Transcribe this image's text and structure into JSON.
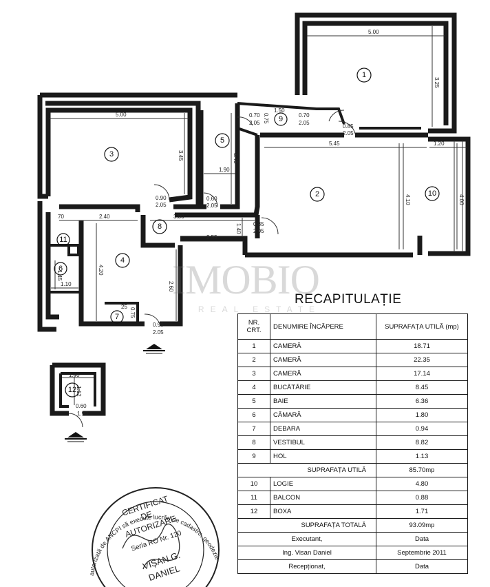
{
  "watermark": {
    "main": "IMOBIO",
    "sub": "REAL ESTATE"
  },
  "plan": {
    "rooms": [
      "1",
      "2",
      "3",
      "4",
      "5",
      "6",
      "7",
      "8",
      "9",
      "10",
      "11",
      "12"
    ],
    "dims": {
      "r1_w": "5.00",
      "r1_h": "3.25",
      "r3_w": "5.00",
      "r3_h": "3.45",
      "r5_h": "3.45",
      "r5_w": "1.90",
      "r2_w": "5.45",
      "r2_h": "4.10",
      "r10_w": "1.20",
      "r10_h": "4.00",
      "r4_w": "2.40",
      "r4_h": "4.20",
      "r6_h": "1.45",
      "r6_w": "1.10",
      "r11_w": "70",
      "r8_w": "3.80",
      "r8_w2": "2.55",
      "r8_h": "2.60",
      "r8_h2": "1.40",
      "r7_w": "25",
      "r7_h": "0.75",
      "r9_a": "1.50",
      "r9_b": "0.70",
      "r9_c": "0.70",
      "r9_d": "0.75",
      "r12_w": "1.40",
      "r12_h": "1.12",
      "door_a_w": "0.70",
      "door_a_h": "2.05",
      "door_b_w": "0.70",
      "door_b_h": "2.05",
      "door_c_w": "0.85",
      "door_c_h": "2.05",
      "door_d_w": "0.90",
      "door_d_h": "2.05",
      "door_e_w": "0.60",
      "door_e_h": "2.05",
      "door_f_w": "0.85",
      "door_f_h": "2.05",
      "door_g_w": "0.90",
      "door_g_h": "2.05",
      "door_h_w": "0.60",
      "door_h_h": "1.90"
    }
  },
  "recap": {
    "title": "RECAPITULAȚIE",
    "headers": {
      "nr": "NR. CRT.",
      "name": "DENUMIRE ÎNCĂPERE",
      "area": "SUPRAFAȚA UTILĂ (mp)"
    },
    "rows": [
      {
        "nr": "1",
        "name": "CAMERĂ",
        "area": "18.71"
      },
      {
        "nr": "2",
        "name": "CAMERĂ",
        "area": "22.35"
      },
      {
        "nr": "3",
        "name": "CAMERĂ",
        "area": "17.14"
      },
      {
        "nr": "4",
        "name": "BUCĂTĂRIE",
        "area": "8.45"
      },
      {
        "nr": "5",
        "name": "BAIE",
        "area": "6.36"
      },
      {
        "nr": "6",
        "name": "CĂMARĂ",
        "area": "1.80"
      },
      {
        "nr": "7",
        "name": "DEBARA",
        "area": "0.94"
      },
      {
        "nr": "8",
        "name": "VESTIBUL",
        "area": "8.82"
      },
      {
        "nr": "9",
        "name": "HOL",
        "area": "1.13"
      }
    ],
    "useful_label": "SUPRAFAȚA UTILĂ",
    "useful_value": "85.70mp",
    "extra_rows": [
      {
        "nr": "10",
        "name": "LOGIE",
        "area": "4.80"
      },
      {
        "nr": "11",
        "name": "BALCON",
        "area": "0.88"
      },
      {
        "nr": "12",
        "name": "BOXA",
        "area": "1.71"
      }
    ],
    "total_label": "SUPRAFAȚA TOTALĂ",
    "total_value": "93.09mp",
    "executant_label": "Executant,",
    "executant_date_label": "Data",
    "executant_name": "Ing. Visan Daniel",
    "executant_date": "Septembrie 2011",
    "receptionat_label": "Recepționat,",
    "receptionat_date_label": "Data"
  },
  "stamp": {
    "line1": "CERTIFICAT",
    "line2": "DE",
    "line3": "AUTORIZARE",
    "line4": "Seria RO Nr. 120",
    "line5": "VIȘAN G.",
    "line6": "DANIEL",
    "ring": "autorizată de ANCPI să execute lucrări de cadastru, geodezie și cartografie"
  }
}
